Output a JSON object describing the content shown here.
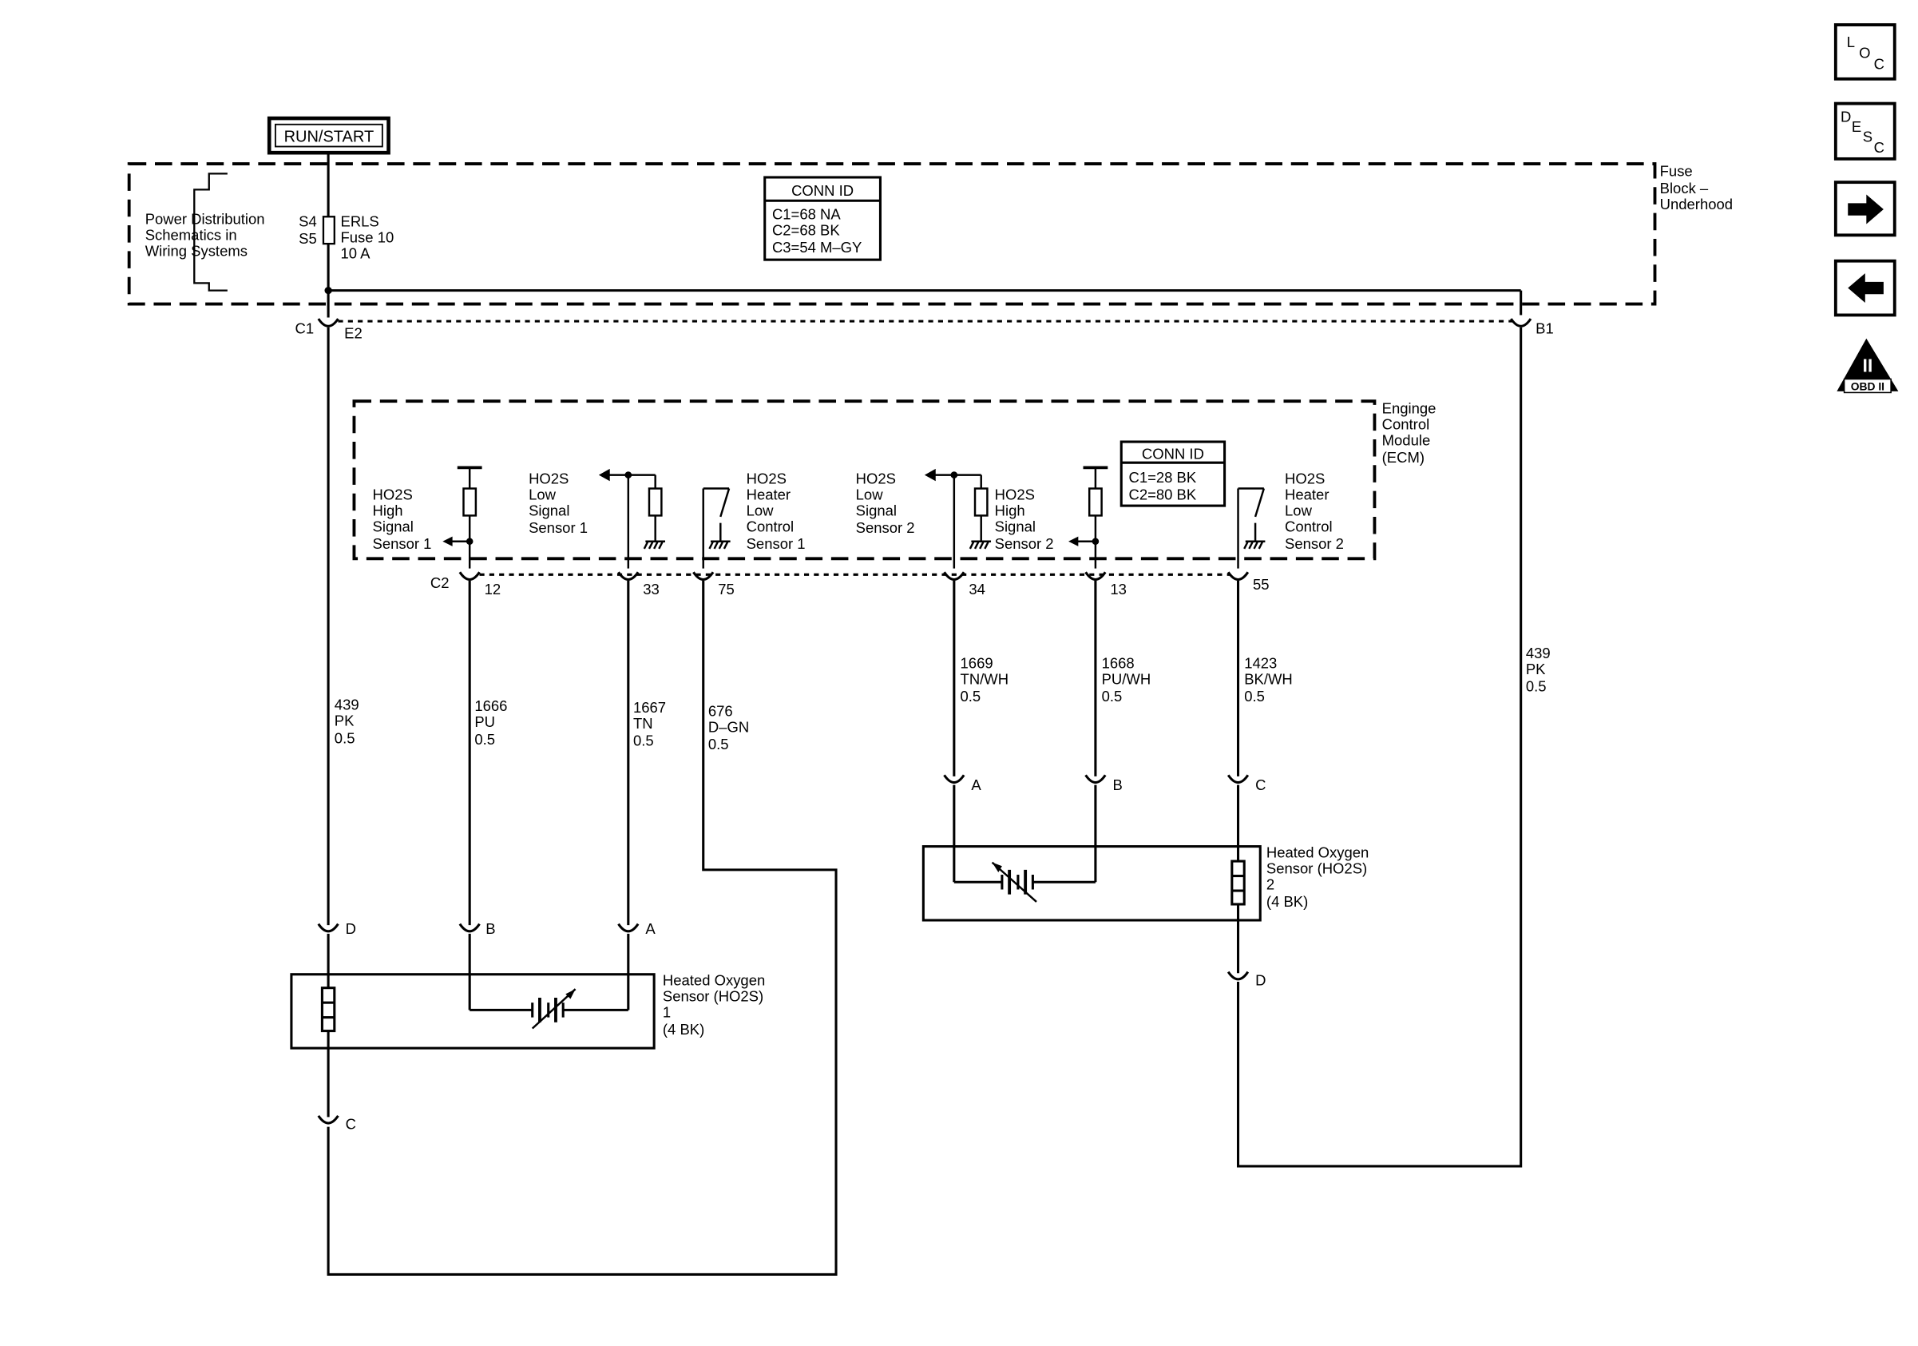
{
  "run_start": "RUN/START",
  "fuse_block": {
    "lines": [
      "Fuse",
      "Block –",
      "Underhood"
    ]
  },
  "power_dist": {
    "lines": [
      "Power Distribution",
      "Schematics in",
      "Wiring Systems"
    ]
  },
  "fuse": {
    "s4": "S4",
    "s5": "S5",
    "lines": [
      "ERLS",
      "Fuse 10",
      "10 A"
    ]
  },
  "conn_fuse": {
    "title": "CONN ID",
    "lines": [
      "C1=68 NA",
      "C2=68 BK",
      "C3=54 M–GY"
    ]
  },
  "conn_ecm": {
    "title": "CONN ID",
    "lines": [
      "C1=28 BK",
      "C2=80 BK"
    ]
  },
  "ecm": {
    "lines": [
      "Enginge",
      "Control",
      "Module",
      "(ECM)"
    ]
  },
  "ecm_labels": {
    "high1": [
      "HO2S",
      "High",
      "Signal",
      "Sensor 1"
    ],
    "low1": [
      "HO2S",
      "Low",
      "Signal",
      "Sensor 1"
    ],
    "heater1": [
      "HO2S",
      "Heater",
      "Low",
      "Control",
      "Sensor 1"
    ],
    "low2": [
      "HO2S",
      "Low",
      "Signal",
      "Sensor 2"
    ],
    "high2": [
      "HO2S",
      "High",
      "Signal",
      "Sensor 2"
    ],
    "heater2": [
      "HO2S",
      "Heater",
      "Low",
      "Control",
      "Sensor 2"
    ]
  },
  "connectors": {
    "c1": "C1",
    "e2": "E2",
    "b1": "B1",
    "c2": "C2",
    "p12": "12",
    "p33": "33",
    "p75": "75",
    "p34": "34",
    "p13": "13",
    "p55": "55",
    "s1_d": "D",
    "s1_b": "B",
    "s1_a": "A",
    "s1_c": "C",
    "s2_a": "A",
    "s2_b": "B",
    "s2_c": "C",
    "s2_d": "D"
  },
  "wires": {
    "w439_left": [
      "439",
      "PK",
      "0.5"
    ],
    "w1666": [
      "1666",
      "PU",
      "0.5"
    ],
    "w1667": [
      "1667",
      "TN",
      "0.5"
    ],
    "w676": [
      "676",
      "D–GN",
      "0.5"
    ],
    "w1669": [
      "1669",
      "TN/WH",
      "0.5"
    ],
    "w1668": [
      "1668",
      "PU/WH",
      "0.5"
    ],
    "w1423": [
      "1423",
      "BK/WH",
      "0.5"
    ],
    "w439_right": [
      "439",
      "PK",
      "0.5"
    ]
  },
  "sensor1": {
    "lines": [
      "Heated Oxygen",
      "Sensor (HO2S)",
      "1",
      "(4 BK)"
    ]
  },
  "sensor2": {
    "lines": [
      "Heated Oxygen",
      "Sensor (HO2S)",
      "2",
      "(4 BK)"
    ]
  },
  "nav": {
    "loc": [
      "L",
      "O",
      "C"
    ],
    "desc": [
      "D",
      "E",
      "S",
      "C"
    ],
    "obd": "OBD II",
    "obd_roman": "II"
  }
}
